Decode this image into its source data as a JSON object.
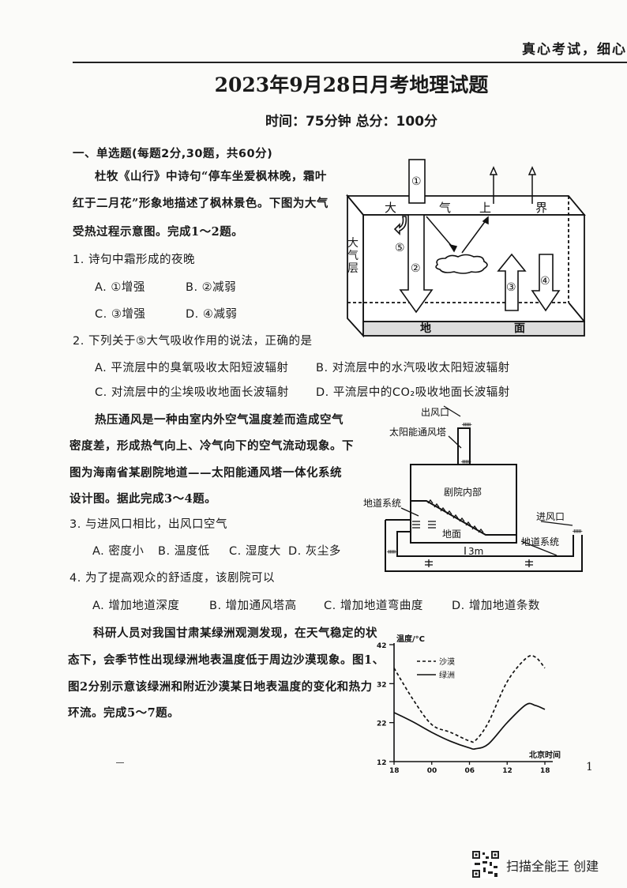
{
  "header": {
    "motto": "真心考试，细心"
  },
  "title": "2023年9月28日月考地理试题",
  "subtitle": "时间：75分钟  总分：100分",
  "section": "一、单选题(每题2分,30题，共60分)",
  "passage1": [
    "杜牧《山行》中诗句“停车坐爱枫林晚，霜叶",
    "红于二月花”形象地描述了枫林景色。下图为大气",
    "受热过程示意图。完成1～2题。"
  ],
  "q1": {
    "stem": "1. 诗句中霜形成的夜晚",
    "options": [
      "A. ①增强",
      "B. ②减弱",
      "C. ③增强",
      "D. ④减弱"
    ]
  },
  "q2": {
    "stem": "2. 下列关于⑤大气吸收作用的说法，正确的是",
    "options": [
      "A. 平流层中的臭氧吸收太阳短波辐射",
      "B. 对流层中的水汽吸收太阳短波辐射",
      "C. 对流层中的尘埃吸收地面长波辐射",
      "D. 平流层中的CO₂吸收地面长波辐射"
    ]
  },
  "figure1": {
    "top_label": [
      "大",
      "气",
      "上",
      "界"
    ],
    "side_label": "大气层",
    "ground_label": [
      "地",
      "面"
    ],
    "markers": [
      "①",
      "②",
      "③",
      "④",
      "⑤"
    ]
  },
  "passage2": [
    "热压通风是一种由室内外空气温度差而造成空气",
    "密度差，形成热气向上、冷气向下的空气流动现象。下",
    "图为海南省某剧院地道——太阳能通风塔一体化系统",
    "设计图。据此完成3～4题。"
  ],
  "q3": {
    "stem": "3. 与进风口相比，出风口空气",
    "options": [
      "A. 密度小",
      "B. 温度低",
      "C. 湿度大",
      "D. 灰尘多"
    ]
  },
  "q4": {
    "stem": "4. 为了提高观众的舒适度，该剧院可以",
    "options": [
      "A. 增加地道深度",
      "B. 增加通风塔高",
      "C. 增加地道弯曲度",
      "D. 增加地道条数"
    ]
  },
  "figure2": {
    "outlet": "出风口",
    "tower": "太阳能通风塔",
    "interior": "剧院内部",
    "tunnel_left": "地道系统",
    "ground": "地面",
    "depth": "3m",
    "inlet": "进风口",
    "tunnel_right": "地道系统"
  },
  "passage3": [
    "科研人员对我国甘肃某绿洲观测发现，在天气稳定的状",
    "态下，会季节性出现绿洲地表温度低于周边沙漠现象。图1、",
    "图2分别示意该绿洲和附近沙漠某日地表温度的变化和热力",
    "环流。完成5～7题。"
  ],
  "page_number": "1",
  "footer": {
    "text": "扫描全能王  创建"
  },
  "chart_data": {
    "type": "line",
    "ylabel": "温度/°C",
    "xlabel": "北京时间",
    "x_ticks": [
      "18",
      "00",
      "06",
      "12",
      "18"
    ],
    "y_ticks": [
      12,
      22,
      32,
      42
    ],
    "ylim": [
      12,
      42
    ],
    "x": [
      "18:00",
      "21:00",
      "00:00",
      "03:00",
      "06:00",
      "07:00",
      "09:00",
      "12:00",
      "15:00",
      "16:30",
      "18:00"
    ],
    "series": [
      {
        "name": "沙漠",
        "style": "dashed",
        "values": [
          36,
          28,
          21.5,
          19.5,
          17.3,
          17.5,
          22,
          32.5,
          38.5,
          38.8,
          36
        ]
      },
      {
        "name": "绿洲",
        "style": "solid",
        "values": [
          24.6,
          22.2,
          19.5,
          17.2,
          15.5,
          15.3,
          16.5,
          22,
          26.6,
          26.4,
          25.4
        ]
      }
    ],
    "legend_position": "top-left",
    "grid": false
  }
}
